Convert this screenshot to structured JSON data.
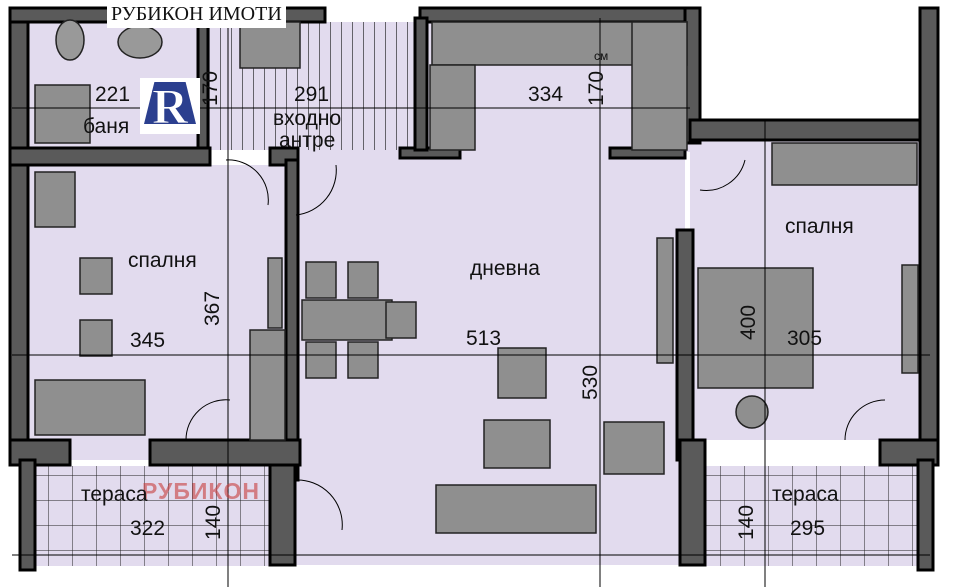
{
  "brand": {
    "title": "РУБИКОН ИМОТИ",
    "logo_letter": "R",
    "watermark": "РУБИКОН",
    "logo_color": "#2b3f8f",
    "watermark_color": "#c83c3c"
  },
  "colors": {
    "floor": "#e2dbee",
    "wall": "#5a5a5a",
    "furniture": "#8f8f8f"
  },
  "rooms": {
    "bathroom": {
      "name": "баня",
      "width": "221",
      "depth": "170"
    },
    "entrance": {
      "name_line1": "входно",
      "name_line2": "антре",
      "width": "291"
    },
    "kitchen": {
      "width": "334",
      "depth": "170",
      "appliance_label": "см"
    },
    "bedroom_left": {
      "name": "спалня",
      "width": "345",
      "depth": "367"
    },
    "living": {
      "name": "дневна",
      "width": "513",
      "depth": "530"
    },
    "bedroom_right": {
      "name": "спалня",
      "width": "305",
      "depth": "400"
    },
    "terrace_left": {
      "name": "тераса",
      "width": "322",
      "depth": "140"
    },
    "terrace_right": {
      "name": "тераса",
      "width": "295",
      "depth": "140"
    }
  }
}
